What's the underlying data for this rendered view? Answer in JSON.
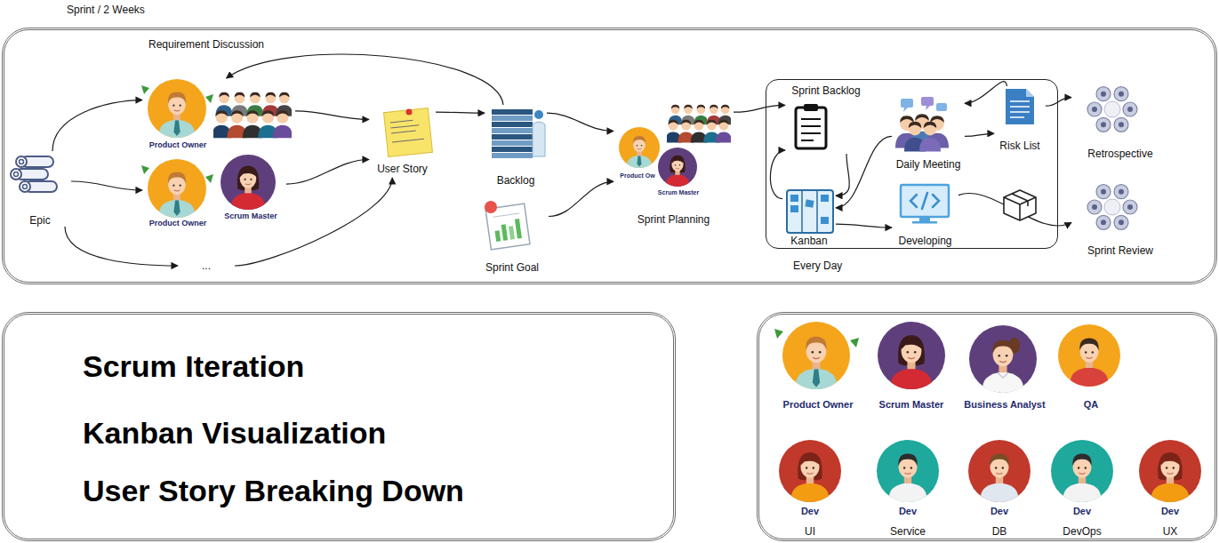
{
  "diagram": {
    "nodes": [
      {
        "text": [
          "Sprint / 2 Weeks"
        ]
      },
      {
        "text": [
          "Epic"
        ],
        "in": 0
      },
      {
        "text": [
          "Product Owner"
        ],
        "in": 0
      },
      {
        "text": [
          "Product Owner"
        ],
        "in": 0
      },
      {
        "text": [
          "Scrum Master"
        ],
        "in": 0
      },
      {
        "text": [
          "..."
        ],
        "in": 0
      },
      {
        "text": [
          "User Story"
        ],
        "in": 0
      },
      {
        "text": [
          "Backlog"
        ],
        "in": 0
      },
      {
        "text": [
          "Sprint Goal"
        ],
        "in": 0
      },
      {
        "text": [
          "Sprint Planning"
        ],
        "in": 0
      },
      {
        "text": [
          "Every Day"
        ],
        "in": 0
      },
      {
        "text": [
          "Sprint Backlog"
        ],
        "in": 10
      },
      {
        "text": [
          "Daily Meeting"
        ],
        "in": 10
      },
      {
        "text": [
          "Risk List"
        ],
        "in": 10
      },
      {
        "text": [
          "Kanban"
        ],
        "in": 10
      },
      {
        "text": [
          "Developing"
        ],
        "in": 10
      },
      {
        "text": [
          "Retrospective"
        ],
        "in": 0
      },
      {
        "text": [
          "Sprint Review"
        ],
        "in": 0
      },
      {
        "text": [
          "Scrum Iteration",
          "Kanban Visualization",
          "User Story Breaking Down"
        ]
      },
      {
        "text": []
      },
      {
        "text": [
          "Product Owner"
        ],
        "in": 19
      },
      {
        "text": [
          "Scrum Master"
        ],
        "in": 19
      },
      {
        "text": [
          "Business Analyst"
        ],
        "in": 19
      },
      {
        "text": [
          "QA"
        ],
        "in": 19
      },
      {
        "text": [
          "Dev",
          "UI"
        ],
        "in": 19
      },
      {
        "text": [
          "Dev",
          "Service"
        ],
        "in": 19
      },
      {
        "text": [
          "Dev",
          "DB"
        ],
        "in": 19
      },
      {
        "text": [
          "Dev",
          "DevOps"
        ],
        "in": 19
      },
      {
        "text": [
          "Dev",
          "UX"
        ],
        "in": 19
      }
    ],
    "edges": [
      {
        "from": 1,
        "to": 2,
        "arrow": "to"
      },
      {
        "from": 1,
        "to": 3,
        "arrow": "to"
      },
      {
        "from": 1,
        "to": 5,
        "arrow": "to"
      },
      {
        "from": 2,
        "to": 6,
        "arrow": "to"
      },
      {
        "from": 4,
        "to": 6,
        "arrow": "to"
      },
      {
        "from": 5,
        "to": 6,
        "arrow": "to"
      },
      {
        "from": 6,
        "to": 7,
        "arrow": "to"
      },
      {
        "from": 7,
        "to": 2,
        "label": "Requirement Discussion",
        "arrow": "to"
      },
      {
        "from": 7,
        "to": 9,
        "arrow": "to"
      },
      {
        "from": 8,
        "to": 9,
        "arrow": "to"
      },
      {
        "from": 9,
        "to": 11,
        "arrow": "to"
      },
      {
        "from": 11,
        "to": 14,
        "arrow": "to"
      },
      {
        "from": 14,
        "to": 11,
        "arrow": "to"
      },
      {
        "from": 12,
        "to": 14,
        "arrow": "to"
      },
      {
        "from": 12,
        "to": 13,
        "arrow": "to"
      },
      {
        "from": 13,
        "to": 12,
        "arrow": "to"
      },
      {
        "from": 14,
        "to": 15,
        "arrow": "to"
      },
      {
        "from": 15,
        "to": 17,
        "arrow": "to"
      },
      {
        "from": 13,
        "to": 16,
        "arrow": "to"
      }
    ],
    "labels": [
      "Product Ow",
      "Scrum Master"
    ]
  }
}
